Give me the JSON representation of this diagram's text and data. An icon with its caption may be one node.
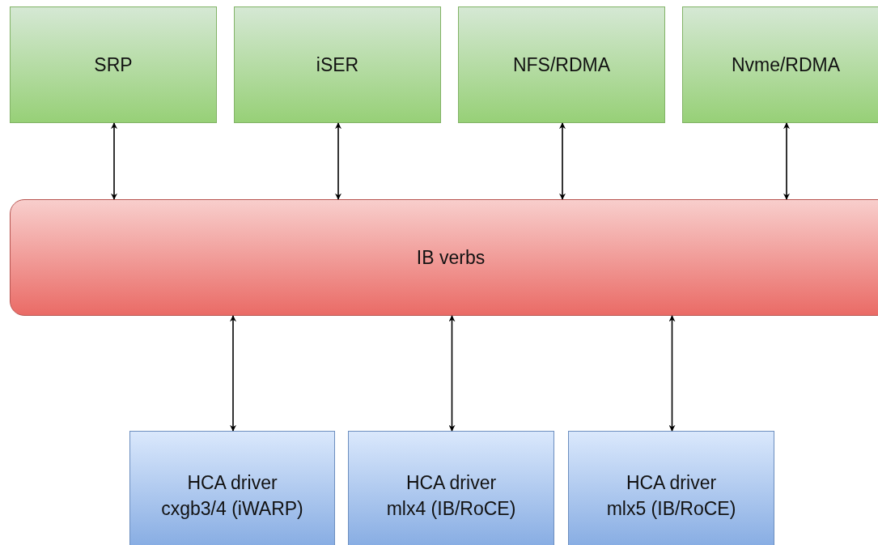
{
  "diagram": {
    "nodes": [
      {
        "text": [
          "SRP"
        ]
      },
      {
        "text": [
          "iSER"
        ]
      },
      {
        "text": [
          "NFS/RDMA"
        ]
      },
      {
        "text": [
          "Nvme/RDMA"
        ]
      },
      {
        "text": [
          "IB verbs"
        ]
      },
      {
        "text": [
          "HCA driver",
          "cxgb3/4 (iWARP)"
        ]
      },
      {
        "text": [
          "HCA driver",
          "mlx4 (IB/RoCE)"
        ]
      },
      {
        "text": [
          "HCA driver",
          "mlx5 (IB/RoCE)"
        ]
      }
    ],
    "edges": [
      {
        "from": 0,
        "to": 4,
        "arrow": "both"
      },
      {
        "from": 1,
        "to": 4,
        "arrow": "both"
      },
      {
        "from": 2,
        "to": 4,
        "arrow": "both"
      },
      {
        "from": 3,
        "to": 4,
        "arrow": "both"
      },
      {
        "from": 4,
        "to": 5,
        "arrow": "both"
      },
      {
        "from": 4,
        "to": 6,
        "arrow": "both"
      },
      {
        "from": 4,
        "to": 7,
        "arrow": "both"
      }
    ]
  }
}
